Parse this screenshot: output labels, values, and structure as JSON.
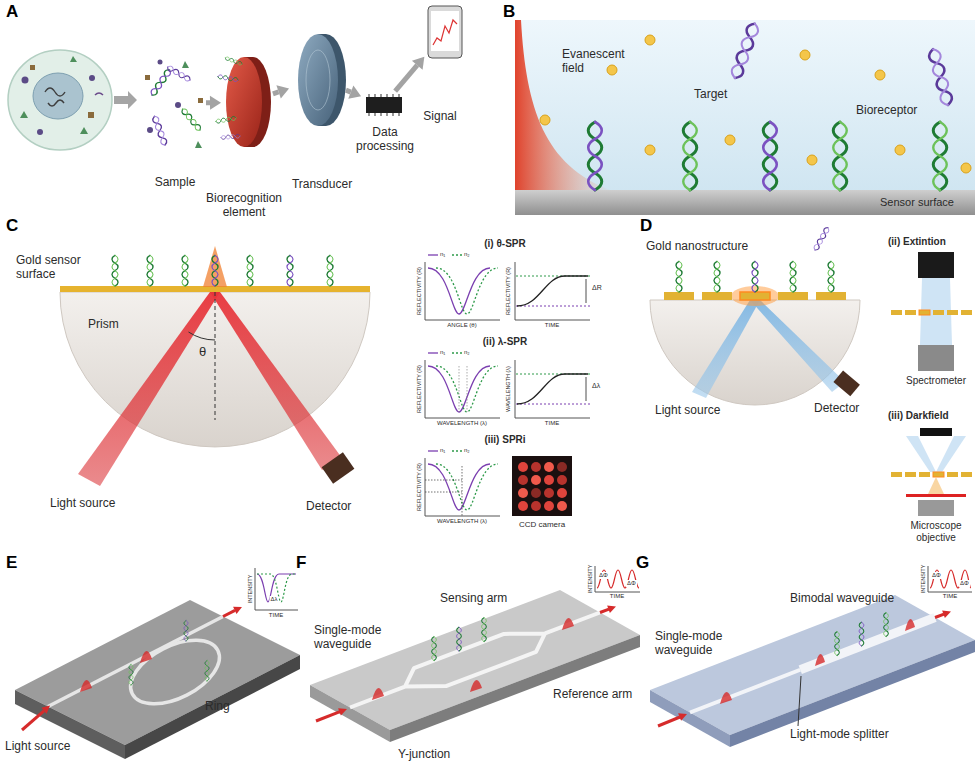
{
  "diagram": {
    "nodes": [
      {
        "text": [
          "Sample"
        ]
      },
      {
        "text": [
          "Biorecognition element"
        ]
      },
      {
        "text": [
          "Transducer"
        ]
      },
      {
        "text": [
          "Data processing"
        ]
      },
      {
        "text": [
          "Signal"
        ]
      }
    ],
    "edges": [
      {
        "from": 0,
        "to": 1,
        "arrow": "to"
      },
      {
        "from": 1,
        "to": 2,
        "arrow": "to"
      },
      {
        "from": 2,
        "to": 3,
        "arrow": "to"
      },
      {
        "from": 3,
        "to": 4,
        "arrow": "to"
      }
    ],
    "labels": [
      "A",
      "B",
      "C",
      "D",
      "E",
      "F",
      "G",
      "Evanescent field",
      "Target",
      "Bioreceptor",
      "Sensor surface",
      "Gold sensor surface",
      "Prism",
      "θ",
      "Light source",
      "Detector",
      "(i) θ-SPR",
      "REFLECTIVITY (R)",
      "ANGLE (θ)",
      "REFLECTIVITY (R)",
      "TIME",
      "ΔR",
      "(ii) λ-SPR",
      "REFLECTIVITY (R)",
      "WAVELENGTH (λ)",
      "WAVELENGTH (λ)",
      "TIME",
      "Δλ",
      "(iii) SPRi",
      "REFLECTIVITY (R)",
      "WAVELENGTH (λ)",
      "CCD camera",
      "n₁",
      "n₂",
      "n₁",
      "n₂",
      "n₁",
      "n₂",
      "Gold nanostructure",
      "Light source",
      "Detector",
      "(ii) Extintion",
      "Spectrometer",
      "(iii) Darkfield",
      "Microscope objective",
      "Ring",
      "Light source",
      "INTENSITY",
      "TIME",
      "Δλ",
      "Single-mode waveguide",
      "Sensing arm",
      "Y-junction",
      "Reference arm",
      "INTENSITY",
      "TIME",
      "ΔΦ",
      "ΔΦ",
      "Single-mode waveguide",
      "Bimodal waveguide",
      "Light-mode splitter",
      "INTENSITY",
      "TIME",
      "ΔΦ",
      "ΔΦ"
    ]
  }
}
